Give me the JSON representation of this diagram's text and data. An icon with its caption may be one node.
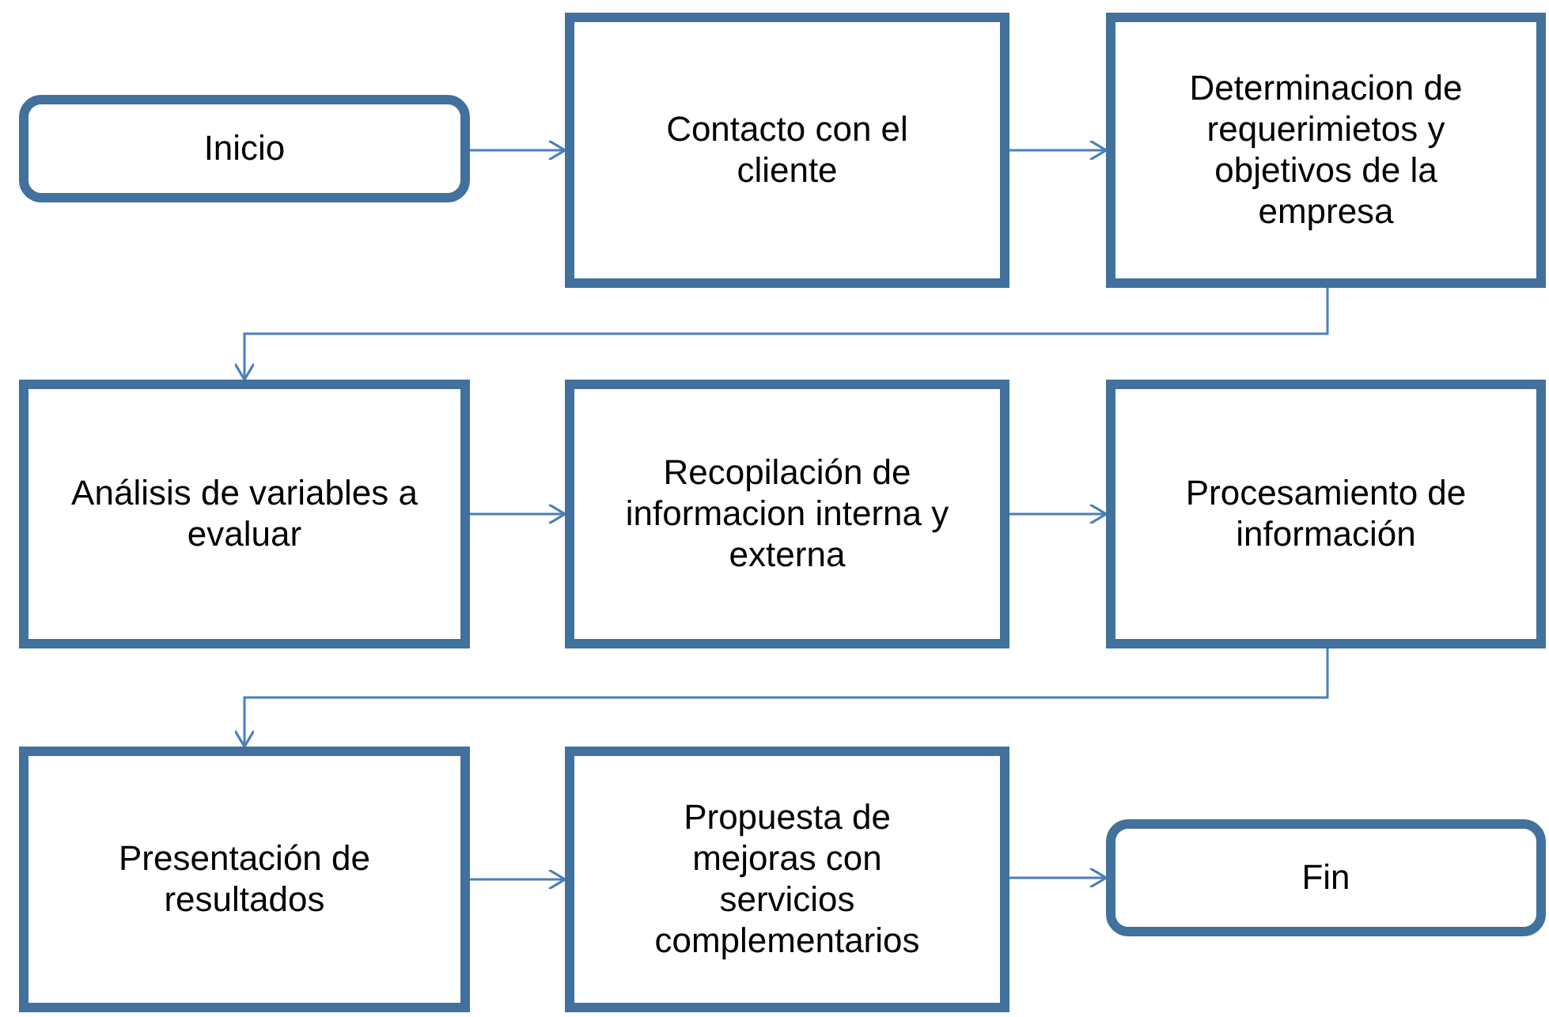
{
  "diagram": {
    "nodes": [
      {
        "text": [
          "Inicio"
        ]
      },
      {
        "text": [
          "Contacto con el cliente"
        ]
      },
      {
        "text": [
          "Determinacion de requerimietos y objetivos de la empresa"
        ]
      },
      {
        "text": [
          "Análisis de variables a evaluar"
        ]
      },
      {
        "text": [
          "Recopilación de informacion interna y externa"
        ]
      },
      {
        "text": [
          "Procesamiento de información"
        ]
      },
      {
        "text": [
          "Presentación de resultados"
        ]
      },
      {
        "text": [
          "Propuesta de mejoras con servicios complementarios"
        ]
      },
      {
        "text": [
          "Fin"
        ]
      }
    ],
    "edges": [
      {
        "from": 0,
        "to": 1,
        "arrow": "to"
      },
      {
        "from": 1,
        "to": 2,
        "arrow": "to"
      },
      {
        "from": 2,
        "to": 3,
        "arrow": "to"
      },
      {
        "from": 3,
        "to": 4,
        "arrow": "to"
      },
      {
        "from": 4,
        "to": 5,
        "arrow": "to"
      },
      {
        "from": 5,
        "to": 6,
        "arrow": "to"
      },
      {
        "from": 6,
        "to": 7,
        "arrow": "to"
      },
      {
        "from": 7,
        "to": 8,
        "arrow": "to"
      }
    ]
  }
}
